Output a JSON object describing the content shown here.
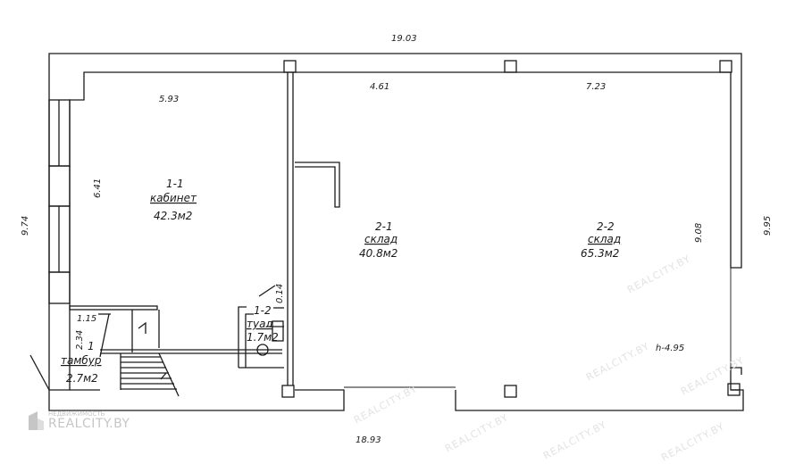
{
  "plan": {
    "dimensions": {
      "top_total": "19.03",
      "bottom_total": "18.93",
      "left_height": "9.74",
      "right_height": "9.95",
      "left_room_width": "5.93",
      "left_room_height": "6.41",
      "mid_top": "4.61",
      "right_top": "7.23",
      "right_inner_height": "9.08",
      "tambur_width": "1.15",
      "tambur_height": "2.34",
      "toilet_gap": "0.14",
      "ceiling_height": "h-4.95"
    },
    "rooms": [
      {
        "id": "1-1",
        "name": "кабинет",
        "area": "42.3м2"
      },
      {
        "id": "2-1",
        "name": "склад",
        "area": "40.8м2"
      },
      {
        "id": "2-2",
        "name": "склад",
        "area": "65.3м2"
      },
      {
        "id": "1-2",
        "name": "туал",
        "area": "1.7м2"
      },
      {
        "id": "1",
        "name": "тамбур",
        "area": "2.7м2"
      }
    ]
  },
  "watermark": {
    "brand": "REALCITY.BY",
    "tagline": "НЕДВИЖИМОСТЬ",
    "site": "REALCITY.BY"
  },
  "colors": {
    "line": "#1a1a1a",
    "watermark": "#c6c6c6"
  }
}
